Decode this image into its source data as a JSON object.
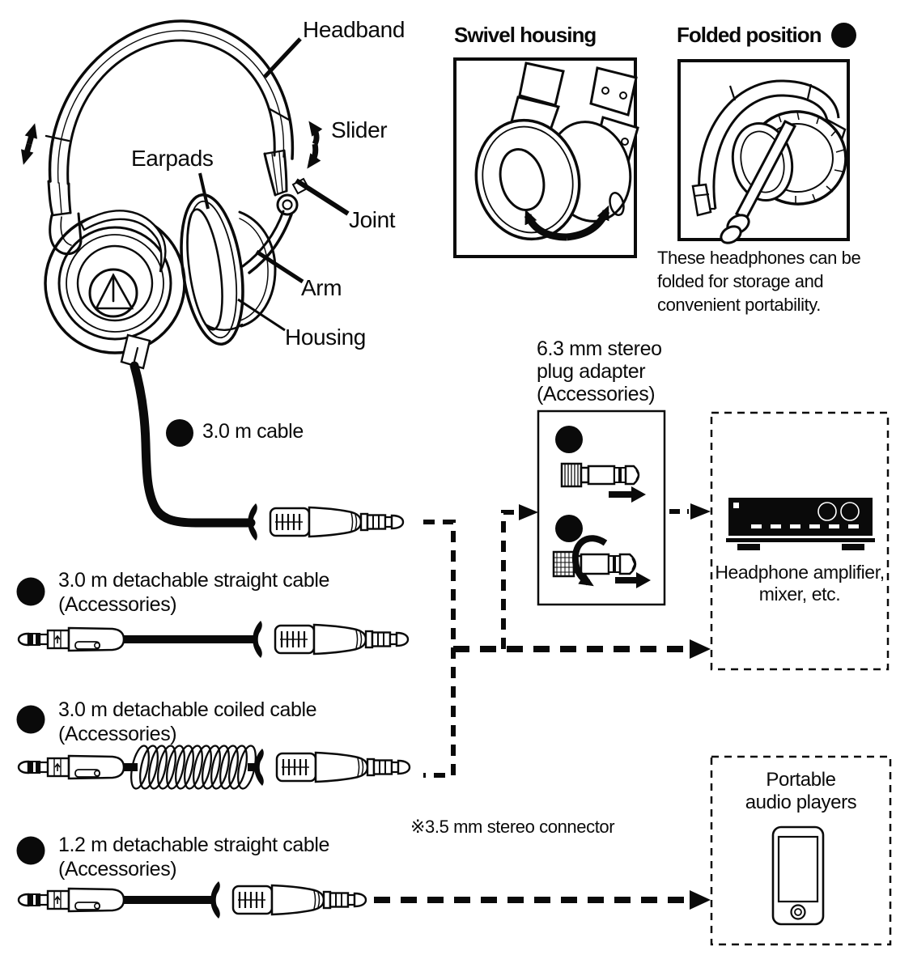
{
  "colors": {
    "ink": "#0a0a0a",
    "background": "#ffffff"
  },
  "headphone_diagram": {
    "labels": {
      "headband": "Headband",
      "slider": "Slider",
      "earpads": "Earpads",
      "joint": "Joint",
      "arm": "Arm",
      "housing": "Housing"
    }
  },
  "swivel_section": {
    "title": "Swivel housing"
  },
  "folded_section": {
    "title": "Folded position",
    "note": "These headphones can be folded for storage and convenient portability."
  },
  "adapter_section": {
    "label": "6.3 mm stereo\nplug adapter\n(Accessories)"
  },
  "amplifier_box": {
    "label": "Headphone amplifier,\nmixer, etc."
  },
  "portable_box": {
    "label": "Portable\naudio players"
  },
  "cables": [
    {
      "id": "attached-cable",
      "label": "3.0 m cable"
    },
    {
      "id": "straight-3m",
      "label": "3.0 m detachable straight cable\n(Accessories)"
    },
    {
      "id": "coiled-3m",
      "label": "3.0 m detachable coiled cable\n(Accessories)"
    },
    {
      "id": "straight-1-2m",
      "label": "1.2 m detachable straight cable\n(Accessories)"
    }
  ],
  "footnote": "※3.5 mm stereo connector",
  "icons": {
    "bullet-marker": "filled-circle",
    "folded-marker": "filled-circle",
    "updown-arrow": "double-headed-arrow",
    "swivel-arrow": "curved-double-arrow",
    "rotate-arrow": "curved-arrow",
    "flow-arrow": "dashed-arrow-right",
    "headphones": "line-art",
    "swivel-earcup": "line-art",
    "folded-headphones": "line-art",
    "plug-adapter-63mm": "line-art",
    "amplifier": "line-art",
    "portable-player": "line-art"
  }
}
